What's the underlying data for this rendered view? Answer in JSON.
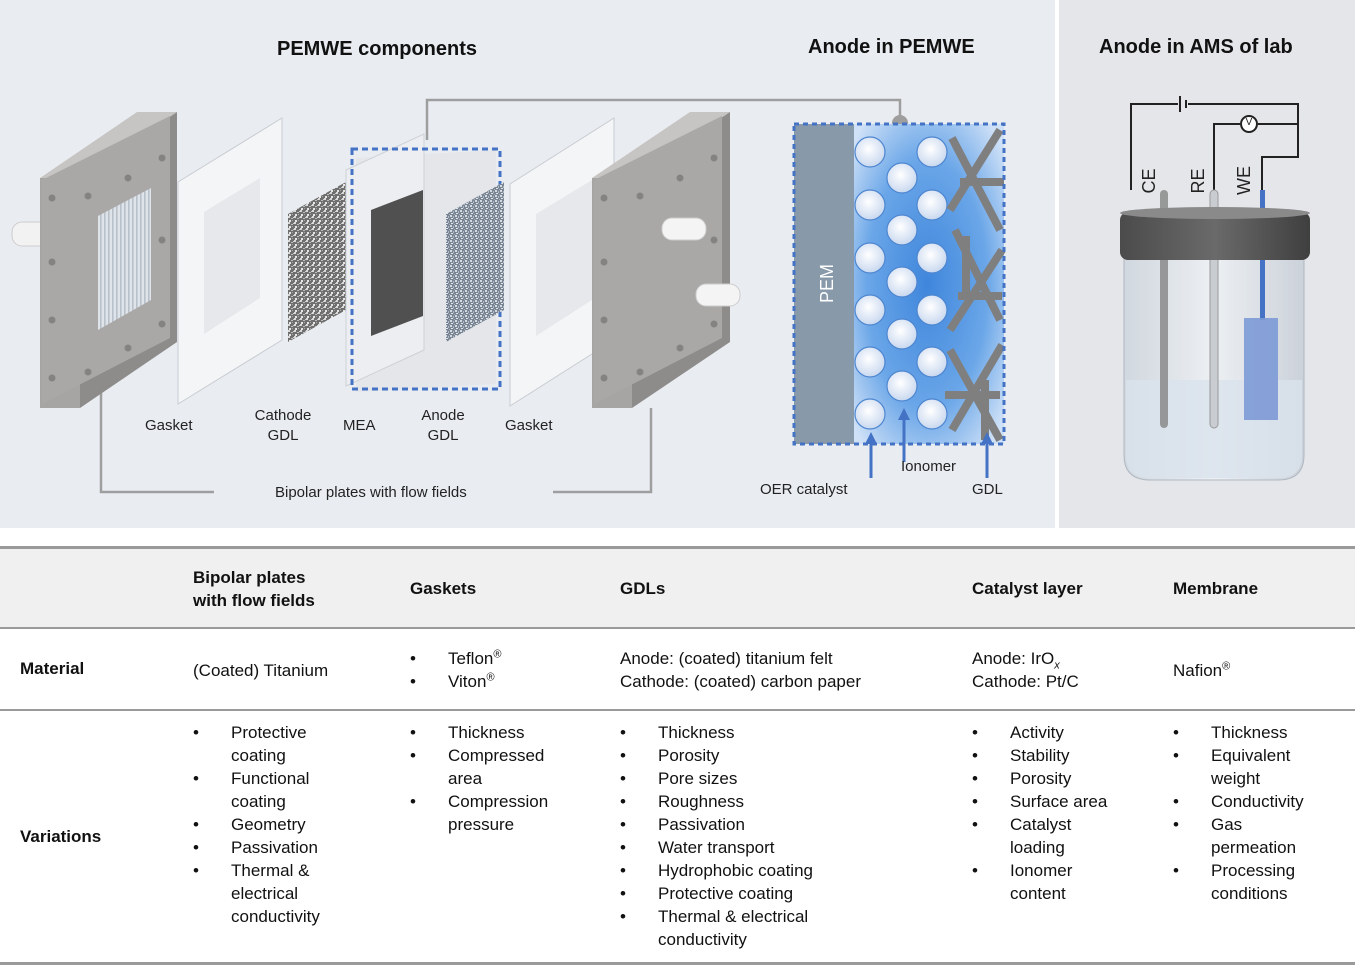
{
  "headings": {
    "pemwe_components": "PEMWE components",
    "anode_pemwe": "Anode in PEMWE",
    "anode_ams": "Anode in AMS of lab"
  },
  "labels": {
    "gasket_left": "Gasket",
    "cathode_gdl": [
      "Cathode",
      "GDL"
    ],
    "mea": "MEA",
    "anode_gdl": [
      "Anode",
      "GDL"
    ],
    "gasket_right": "Gasket",
    "bipolar": "Bipolar plates with flow fields",
    "pem": "PEM",
    "ionomer": "Ionomer",
    "oer_catalyst": "OER catalyst",
    "gdl": "GDL",
    "ce": "CE",
    "re": "RE",
    "we": "WE",
    "voltmeter": "V"
  },
  "colors": {
    "accent_blue": "#4472c4",
    "plate_grey": "#a7a5a3",
    "pem_grey": "#8899aa"
  },
  "table": {
    "columns": [
      [
        "Bipolar plates",
        "with flow fields"
      ],
      "Gaskets",
      "GDLs",
      "Catalyst layer",
      "Membrane"
    ],
    "rows": {
      "material": {
        "label": "Material",
        "bipolar": "(Coated) Titanium",
        "gaskets": [
          {
            "text": "Teflon",
            "sup": "®"
          },
          {
            "text": "Viton",
            "sup": "®"
          }
        ],
        "gdls": [
          "Anode: (coated) titanium felt",
          "Cathode: (coated) carbon paper"
        ],
        "catalyst": {
          "anode_prefix": "Anode: IrO",
          "anode_sub": "x",
          "cathode": "Cathode: Pt/C"
        },
        "membrane": {
          "text": "Nafion",
          "sup": "®"
        }
      },
      "variations": {
        "label": "Variations",
        "bipolar": [
          [
            "Protective",
            "coating"
          ],
          [
            "Functional",
            "coating"
          ],
          [
            "Geometry"
          ],
          [
            "Passivation"
          ],
          [
            "Thermal &",
            "electrical",
            "conductivity"
          ]
        ],
        "gaskets": [
          [
            "Thickness"
          ],
          [
            "Compressed",
            "area"
          ],
          [
            "Compression",
            "pressure"
          ]
        ],
        "gdls": [
          [
            "Thickness"
          ],
          [
            "Porosity"
          ],
          [
            "Pore sizes"
          ],
          [
            "Roughness"
          ],
          [
            "Passivation"
          ],
          [
            "Water transport"
          ],
          [
            "Hydrophobic coating"
          ],
          [
            "Protective coating"
          ],
          [
            "Thermal & electrical",
            "conductivity"
          ]
        ],
        "catalyst": [
          [
            "Activity"
          ],
          [
            "Stability"
          ],
          [
            "Porosity"
          ],
          [
            "Surface area"
          ],
          [
            "Catalyst",
            "loading"
          ],
          [
            "Ionomer",
            "content"
          ]
        ],
        "membrane": [
          [
            "Thickness"
          ],
          [
            "Equivalent",
            "weight"
          ],
          [
            "Conductivity"
          ],
          [
            "Gas",
            "permeation"
          ],
          [
            "Processing",
            "conditions"
          ]
        ]
      }
    }
  }
}
